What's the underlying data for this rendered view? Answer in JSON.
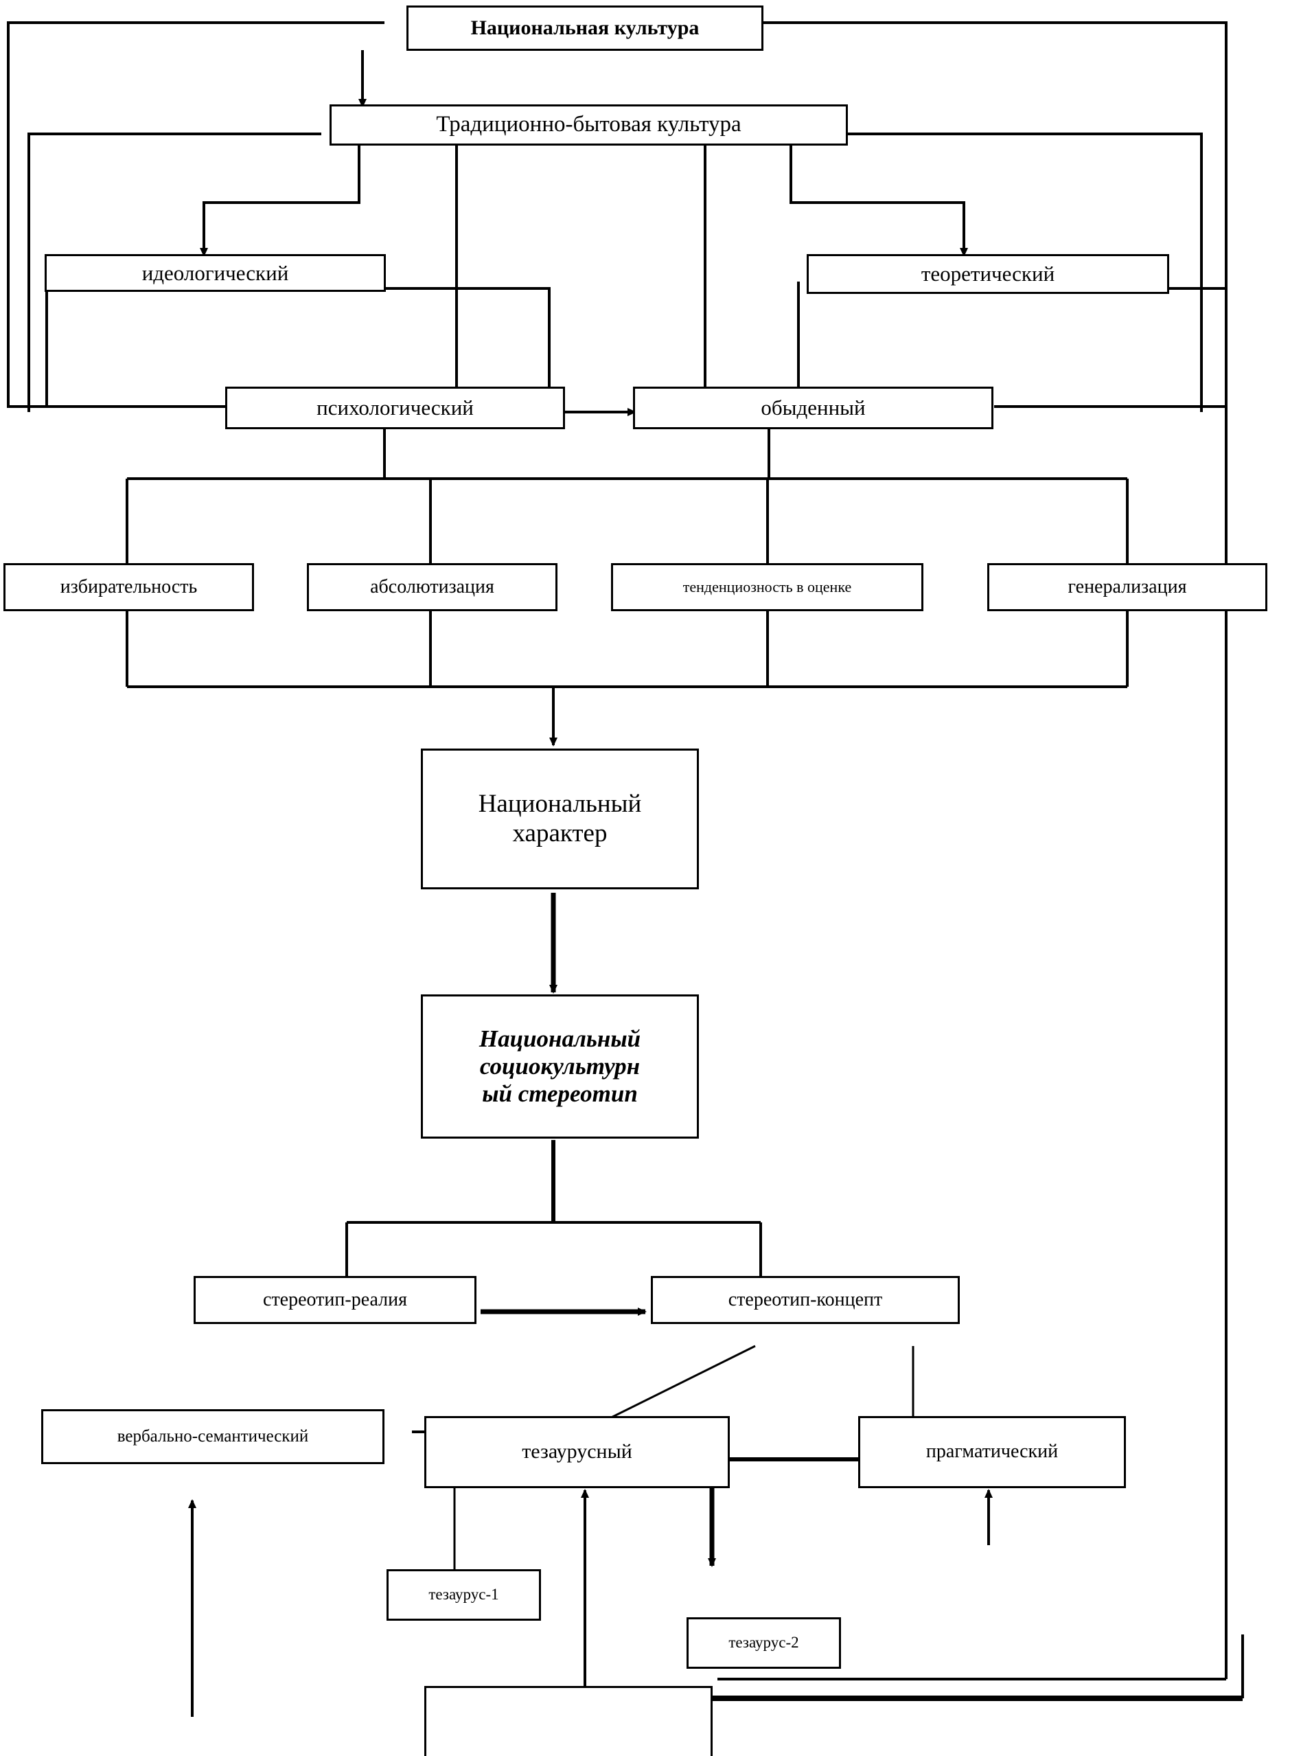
{
  "diagram": {
    "title": "Национальная культура",
    "type": "flowchart",
    "language": "ru",
    "colors": {
      "line": "#000000",
      "box_fill": "#ffffff",
      "text": "#000000"
    },
    "nodes": [
      {
        "id": "nacionalnaya-kultura",
        "label": "Национальная культура",
        "style": "bold",
        "level": 1
      },
      {
        "id": "tradicionno-bytovaya",
        "label": "Традиционно-бытовая культура",
        "style": "plain",
        "level": 2
      },
      {
        "id": "ideologicheskiy",
        "label": "идеологический",
        "style": "plain",
        "level": 3
      },
      {
        "id": "teoreticheskiy",
        "label": "теоретический",
        "style": "plain",
        "level": 3
      },
      {
        "id": "psihologicheskiy",
        "label": "психологический",
        "style": "plain",
        "level": 4
      },
      {
        "id": "obydennyy",
        "label": "обыденный",
        "style": "plain",
        "level": 4
      },
      {
        "id": "izbiratelnost",
        "label": "избирательность",
        "style": "plain",
        "level": 5
      },
      {
        "id": "absolyutizaciya",
        "label": "абсолютизация",
        "style": "plain",
        "level": 5
      },
      {
        "id": "tendencioznost",
        "label": "тенденциозность в оценке",
        "style": "small",
        "level": 5
      },
      {
        "id": "generalizaciya",
        "label": "генерализация",
        "style": "plain",
        "level": 5
      },
      {
        "id": "nacionalnyy-harakter",
        "label": "Национальный характер",
        "style": "serif",
        "level": 6
      },
      {
        "id": "sociokulturnyy-stereotip",
        "label": "Национальный социокультурн ый стереотип",
        "style": "italic",
        "level": 7
      },
      {
        "id": "stereotip-realia",
        "label": "стереотип-реалия",
        "style": "plain",
        "level": 8
      },
      {
        "id": "stereotip-koncept",
        "label": "стереотип-концепт",
        "style": "plain",
        "level": 8
      },
      {
        "id": "verbalno-semanticheskiy",
        "label": "вербально-семантический",
        "style": "small",
        "level": 9
      },
      {
        "id": "tezaurusnyy",
        "label": "тезаурусный",
        "style": "plain",
        "level": 9
      },
      {
        "id": "pragmaticheskiy",
        "label": "прагматический",
        "style": "plain",
        "level": 9
      },
      {
        "id": "tezaurus-1",
        "label": "тезаурус-1",
        "style": "small",
        "level": 10
      },
      {
        "id": "tezaurus-2",
        "label": "тезаурус-2",
        "style": "small",
        "level": 10
      },
      {
        "id": "bottom-cut-box",
        "label": "",
        "style": "cut",
        "level": 11
      }
    ],
    "stereotip_lines": {
      "line1": "Национальный",
      "line2": "социокультурн",
      "line3": "ый стереотип"
    },
    "harakter_lines": {
      "line1": "Национальный",
      "line2": "характер"
    }
  }
}
